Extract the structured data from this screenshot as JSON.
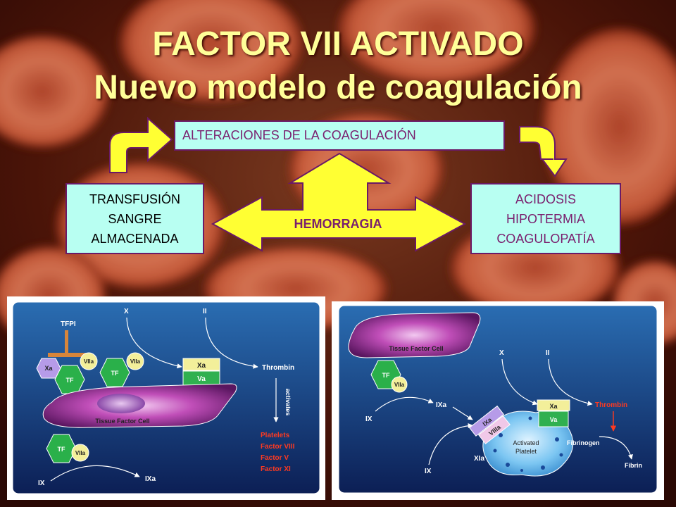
{
  "title": {
    "line1": "FACTOR VII ACTIVADO",
    "line2": "Nuevo modelo de coagulación"
  },
  "cycle": {
    "top_box": "ALTERACIONES DE LA COAGULACIÓN",
    "left_box": [
      "TRANSFUSIÓN",
      "SANGRE",
      "ALMACENADA"
    ],
    "right_box": [
      "ACIDOSIS",
      "HIPOTERMIA",
      "COAGULOPATÍA"
    ],
    "center_label": "HEMORRAGIA"
  },
  "left_panel": {
    "tfpi": "TFPI",
    "xa": "Xa",
    "tf_1": "TF",
    "viia_1": "VIIa",
    "tf_2": "TF",
    "viia_2": "VIIa",
    "x": "X",
    "ii": "II",
    "complex_xa": "Xa",
    "complex_va": "Va",
    "thrombin": "Thrombin",
    "activates": "activates",
    "cell_label": "Tissue Factor Cell",
    "tf_3": "TF",
    "viia_3": "VIIa",
    "ix": "IX",
    "ixa": "IXa",
    "targets": [
      "Platelets",
      "Factor VIII",
      "Factor V",
      "Factor XI"
    ]
  },
  "right_panel": {
    "cell_label": "Tissue Factor Cell",
    "tf": "TF",
    "viia": "VIIa",
    "x": "X",
    "ii": "II",
    "ix_1": "IX",
    "ixa": "IXa",
    "complex_ixa": "IXa",
    "complex_viiia": "VIIIa",
    "complex_xa": "Xa",
    "complex_va": "Va",
    "thrombin": "Thrombin",
    "activated": "Activated",
    "platelet": "Platelet",
    "fibrinogen": "Fibrinogen",
    "fibrin": "Fibrin",
    "ix_2": "IX",
    "xia": "XIa"
  }
}
